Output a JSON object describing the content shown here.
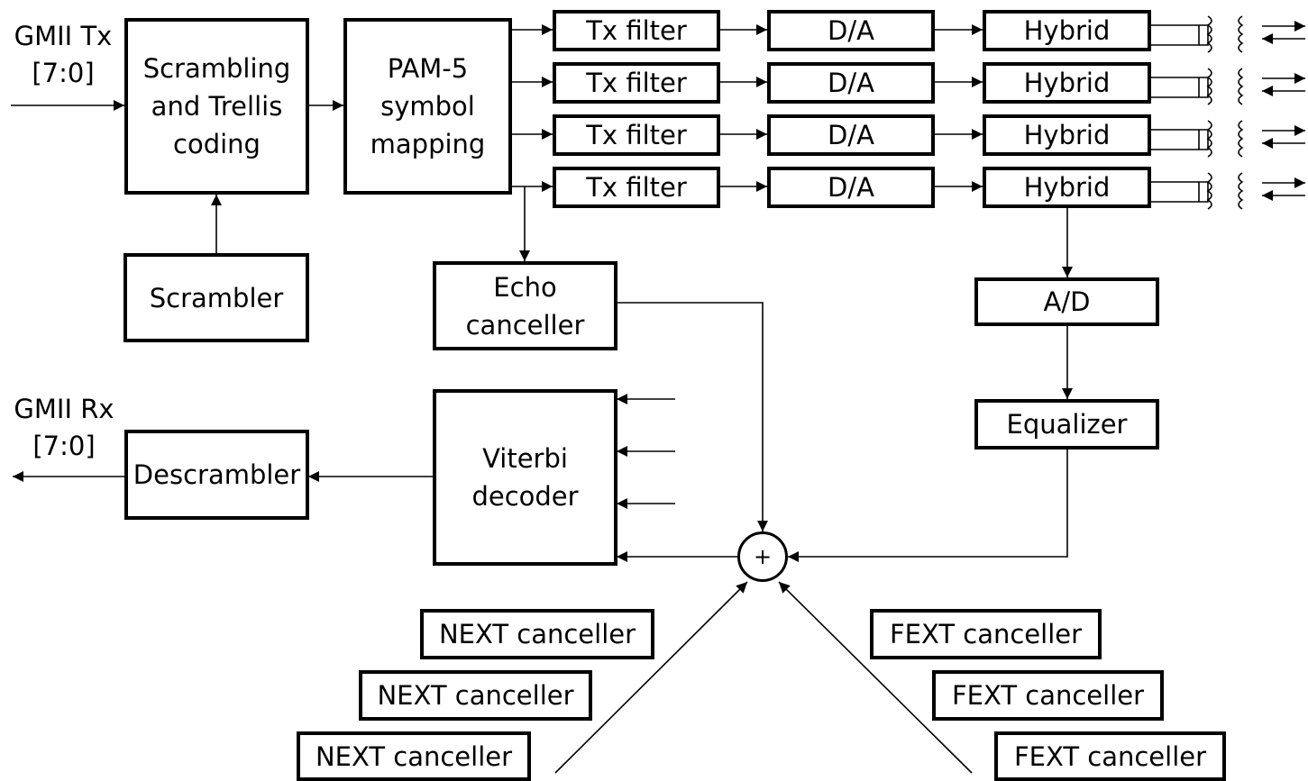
{
  "gmii_tx": "GMII Tx\n[7:0]",
  "gmii_rx": "GMII Rx\n[7:0]",
  "scrambling": "Scrambling\nand Trellis\ncoding",
  "pam5": "PAM-5\nsymbol\nmapping",
  "scrambler": "Scrambler",
  "echo": "Echo\ncanceller",
  "tx_filter": "Tx filter",
  "da": "D/A",
  "hybrid": "Hybrid",
  "ad": "A/D",
  "equalizer": "Equalizer",
  "viterbi": "Viterbi\ndecoder",
  "descrambler": "Descrambler",
  "summer": "+",
  "next": "NEXT canceller",
  "fext": "FEXT canceller"
}
